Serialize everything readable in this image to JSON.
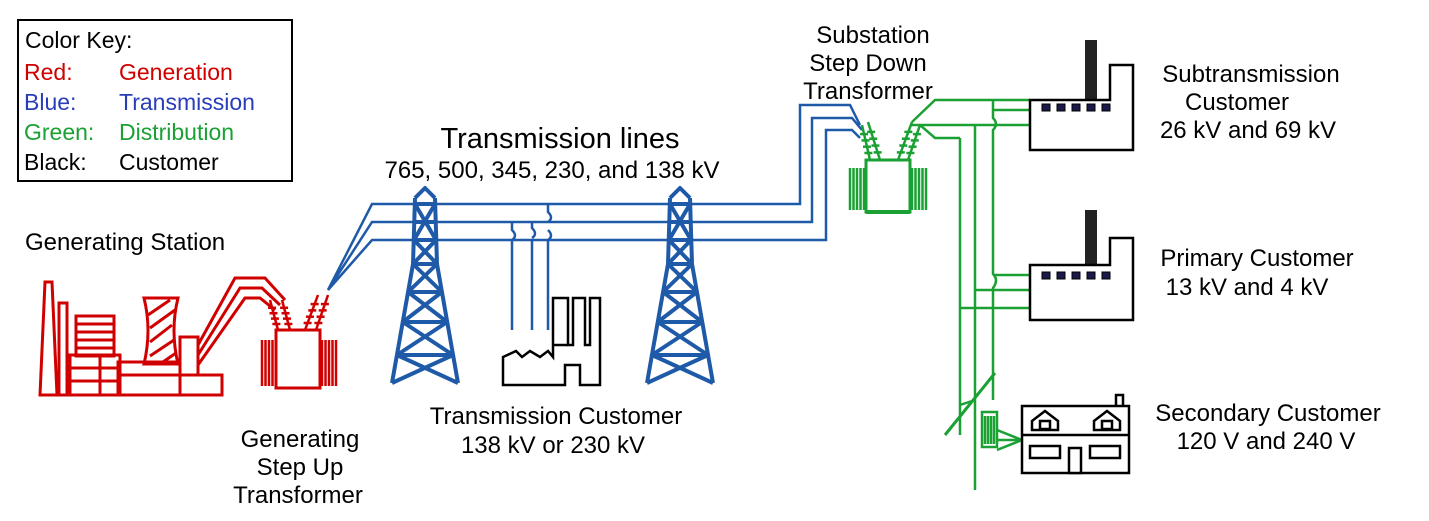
{
  "colors": {
    "generation": "#d00000",
    "transmission": "#1f5aa8",
    "distribution": "#1aa033",
    "customer": "#000000",
    "window": "#1a1a4a"
  },
  "color_key": {
    "title": "Color Key:",
    "rows": [
      {
        "name": "Red:",
        "meaning": "Generation",
        "color": "#d00000"
      },
      {
        "name": "Blue:",
        "meaning": "Transmission",
        "color": "#2a3db8"
      },
      {
        "name": "Green:",
        "meaning": "Distribution",
        "color": "#1aa033"
      },
      {
        "name": "Black:",
        "meaning": "Customer",
        "color": "#000000"
      }
    ]
  },
  "labels": {
    "generating_station": "Generating Station",
    "step_up": [
      "Generating",
      "Step Up",
      "Transformer"
    ],
    "transmission_lines_title": "Transmission lines",
    "transmission_lines_voltages": "765, 500, 345, 230, and 138 kV",
    "transmission_customer": [
      "Transmission Customer",
      "138 kV or 230 kV"
    ],
    "substation": [
      "Substation",
      "Step Down",
      "Transformer"
    ],
    "subtransmission_customer": [
      "Subtransmission",
      "Customer",
      "26 kV and 69 kV"
    ],
    "primary_customer": [
      "Primary Customer",
      "13 kV and 4 kV"
    ],
    "secondary_customer": [
      "Secondary Customer",
      "120 V and 240 V"
    ]
  }
}
